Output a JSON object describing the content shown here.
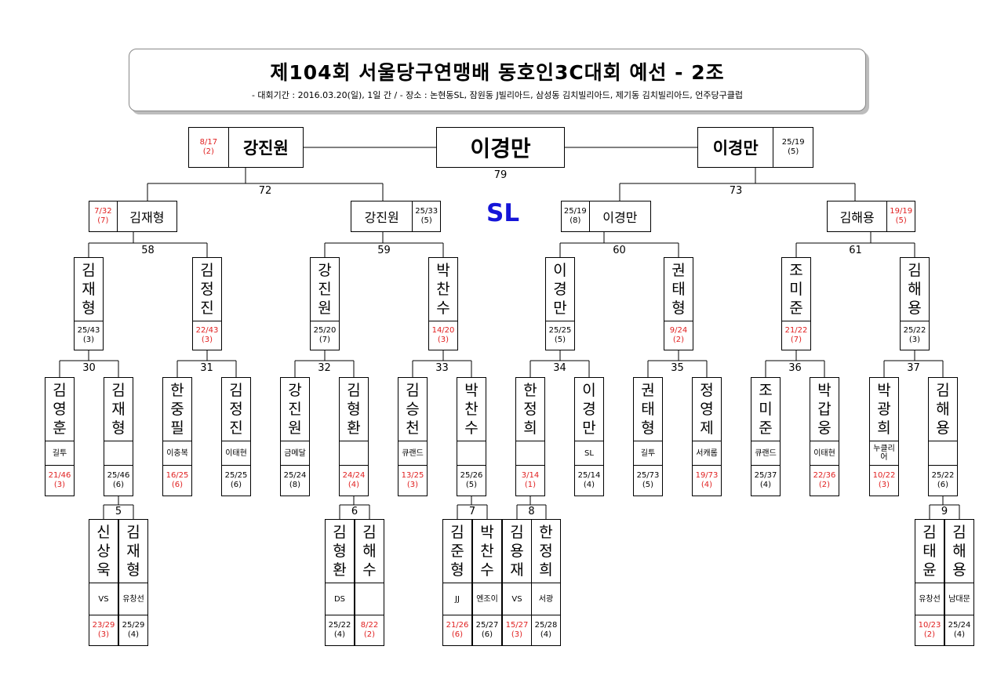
{
  "header": {
    "title": "제104회 서울당구연맹배 동호인3C대회 예선 - 2조",
    "subtitle": "- 대회기간 : 2016.03.20(일), 1일 간 / - 장소 : 논현동SL, 잠원동 J빌리아드, 삼성동 김치빌리아드, 제기동 김치빌리아드, 언주당구클럽"
  },
  "venue_logo": "SL",
  "final": {
    "winner": "이경만",
    "match_no": "79"
  },
  "semis": [
    {
      "name": "강진원",
      "score": "8/17",
      "avg": "(2)",
      "loss": true
    },
    {
      "name": "이경만",
      "score": "25/19",
      "avg": "(5)",
      "loss": false
    }
  ],
  "quarters": {
    "match_no": [
      "72",
      "73"
    ],
    "players": [
      {
        "name": "김재형",
        "score": "7/32",
        "avg": "(7)",
        "loss": true
      },
      {
        "name": "강진원",
        "score": "25/33",
        "avg": "(5)",
        "loss": false
      },
      {
        "name": "이경만",
        "score": "25/19",
        "avg": "(8)",
        "loss": false
      },
      {
        "name": "김해용",
        "score": "19/19",
        "avg": "(5)",
        "loss": true
      }
    ]
  },
  "round3": {
    "match_no": [
      "58",
      "59",
      "60",
      "61"
    ],
    "players": [
      {
        "name": "김재형",
        "score": "25/43",
        "avg": "(3)",
        "loss": false
      },
      {
        "name": "김정진",
        "score": "22/43",
        "avg": "(3)",
        "loss": true
      },
      {
        "name": "강진원",
        "score": "25/20",
        "avg": "(7)",
        "loss": false
      },
      {
        "name": "박찬수",
        "score": "14/20",
        "avg": "(3)",
        "loss": true
      },
      {
        "name": "이경만",
        "score": "25/25",
        "avg": "(5)",
        "loss": false
      },
      {
        "name": "권태형",
        "score": "9/24",
        "avg": "(2)",
        "loss": true
      },
      {
        "name": "조미준",
        "score": "21/22",
        "avg": "(7)",
        "loss": true
      },
      {
        "name": "김해용",
        "score": "25/22",
        "avg": "(3)",
        "loss": false
      }
    ]
  },
  "round2": {
    "match_no": [
      "30",
      "31",
      "32",
      "33",
      "34",
      "35",
      "36",
      "37"
    ],
    "players": [
      {
        "name": "김영훈",
        "club": "길투",
        "score": "21/46",
        "avg": "(3)",
        "loss": true
      },
      {
        "name": "김재형",
        "club": "",
        "score": "25/46",
        "avg": "(6)",
        "loss": false
      },
      {
        "name": "한중필",
        "club": "이충복",
        "score": "16/25",
        "avg": "(6)",
        "loss": true
      },
      {
        "name": "김정진",
        "club": "이태현",
        "score": "25/25",
        "avg": "(6)",
        "loss": false
      },
      {
        "name": "강진원",
        "club": "금메달",
        "score": "25/24",
        "avg": "(8)",
        "loss": false
      },
      {
        "name": "김형환",
        "club": "",
        "score": "24/24",
        "avg": "(4)",
        "loss": true
      },
      {
        "name": "김승천",
        "club": "큐랜드",
        "score": "13/25",
        "avg": "(3)",
        "loss": true
      },
      {
        "name": "박찬수",
        "club": "",
        "score": "25/26",
        "avg": "(5)",
        "loss": false
      },
      {
        "name": "한정희",
        "club": "",
        "score": "3/14",
        "avg": "(1)",
        "loss": true
      },
      {
        "name": "이경만",
        "club": "SL",
        "score": "25/14",
        "avg": "(4)",
        "loss": false
      },
      {
        "name": "권태형",
        "club": "길투",
        "score": "25/73",
        "avg": "(5)",
        "loss": false
      },
      {
        "name": "정영제",
        "club": "서캐롬",
        "score": "19/73",
        "avg": "(4)",
        "loss": true
      },
      {
        "name": "조미준",
        "club": "큐랜드",
        "score": "25/37",
        "avg": "(4)",
        "loss": false
      },
      {
        "name": "박갑웅",
        "club": "이태현",
        "score": "22/36",
        "avg": "(2)",
        "loss": true
      },
      {
        "name": "박광희",
        "club": "누클리어",
        "score": "10/22",
        "avg": "(3)",
        "loss": true
      },
      {
        "name": "김해용",
        "club": "",
        "score": "25/22",
        "avg": "(6)",
        "loss": false
      }
    ]
  },
  "round1": {
    "match_no": [
      "5",
      "6",
      "7",
      "8",
      "9"
    ],
    "players": [
      {
        "name": "신상욱",
        "club": "VS",
        "score": "23/29",
        "avg": "(3)",
        "loss": true
      },
      {
        "name": "김재형",
        "club": "유창선",
        "score": "25/29",
        "avg": "(4)",
        "loss": false
      },
      {
        "name": "김형환",
        "club": "DS",
        "score": "25/22",
        "avg": "(4)",
        "loss": false
      },
      {
        "name": "김해수",
        "club": "",
        "score": "8/22",
        "avg": "(2)",
        "loss": true
      },
      {
        "name": "김준형",
        "club": "JJ",
        "score": "21/26",
        "avg": "(6)",
        "loss": true
      },
      {
        "name": "박찬수",
        "club": "엔조이",
        "score": "25/27",
        "avg": "(6)",
        "loss": false
      },
      {
        "name": "김용재",
        "club": "VS",
        "score": "15/27",
        "avg": "(3)",
        "loss": true
      },
      {
        "name": "한정희",
        "club": "서광",
        "score": "25/28",
        "avg": "(4)",
        "loss": false
      },
      {
        "name": "김태윤",
        "club": "유창선",
        "score": "10/23",
        "avg": "(2)",
        "loss": true
      },
      {
        "name": "김해용",
        "club": "남대문",
        "score": "25/24",
        "avg": "(4)",
        "loss": false
      }
    ]
  }
}
